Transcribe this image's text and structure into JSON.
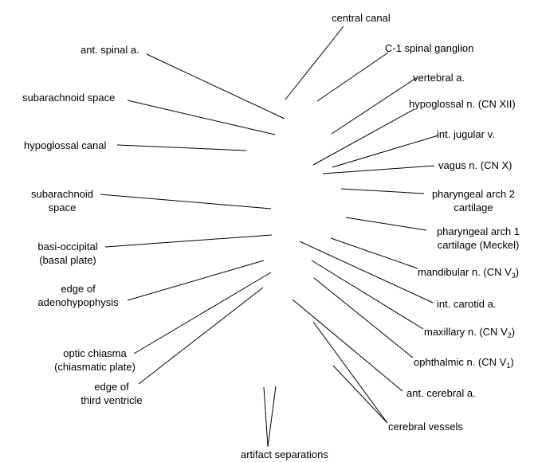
{
  "labels": {
    "central_canal": "central canal",
    "ant_spinal_a": "ant. spinal a.",
    "c1_spinal_ganglion": "C-1 spinal ganglion",
    "vertebral_a": "vertebral a.",
    "hypoglossal_n": "hypoglossal n. (CN XII)",
    "subarachnoid_space_1": "subarachnoid space",
    "int_jugular_v": "int. jugular v.",
    "hypoglossal_canal": "hypoglossal canal",
    "vagus_n": "vagus n. (CN X)",
    "subarachnoid_space_2": [
      "subarachnoid",
      "space"
    ],
    "pharyngeal_arch_2": [
      "pharyngeal arch 2",
      "cartilage"
    ],
    "pharyngeal_arch_1": [
      "pharyngeal arch 1",
      "cartilage (Meckel)"
    ],
    "basi_occipital": [
      "basi-occipital",
      "(basal plate)"
    ],
    "mandibular_n": {
      "text": "mandibular n. (CN V",
      "sub": "3",
      "end": ")"
    },
    "edge_adenohypophysis": [
      "edge of",
      "adenohypophysis"
    ],
    "int_carotid_a": "int. carotid a.",
    "maxillary_n": {
      "text": "maxillary n. (CN V",
      "sub": "2",
      "end": ")"
    },
    "optic_chiasma": [
      "optic chiasma",
      "(chiasmatic plate)"
    ],
    "ophthalmic_n": {
      "text": "ophthalmic n. (CN V",
      "sub": "1",
      "end": ")"
    },
    "edge_third_ventricle": [
      "edge of",
      "third ventricle"
    ],
    "ant_cerebral_a": "ant. cerebral a.",
    "cerebral_vessels": "cerebral vessels",
    "artifact_separations": "artifact separations"
  }
}
